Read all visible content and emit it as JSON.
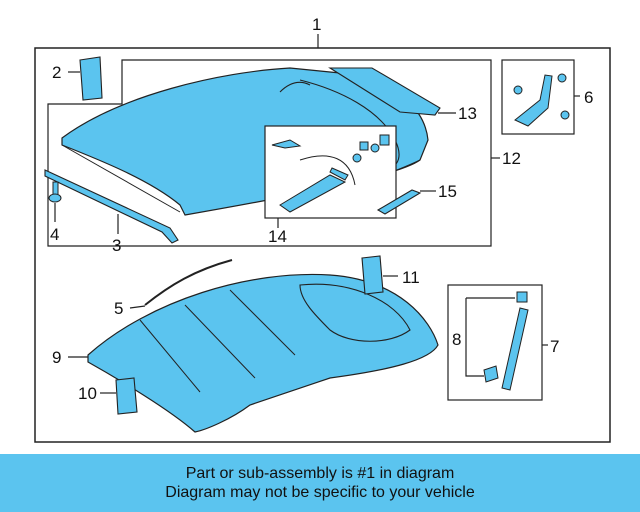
{
  "callouts": {
    "n1": "1",
    "n2": "2",
    "n3": "3",
    "n4": "4",
    "n5": "5",
    "n6": "6",
    "n7": "7",
    "n8": "8",
    "n9": "9",
    "n10": "10",
    "n11": "11",
    "n12": "12",
    "n13": "13",
    "n14": "14",
    "n15": "15"
  },
  "banner": {
    "line1": "Part or sub-assembly is #1 in diagram",
    "line2": "Diagram may not be specific to your vehicle"
  },
  "colors": {
    "part_fill": "#5bc4ef",
    "banner_bg": "#5bc4ef",
    "outline": "#222222"
  }
}
